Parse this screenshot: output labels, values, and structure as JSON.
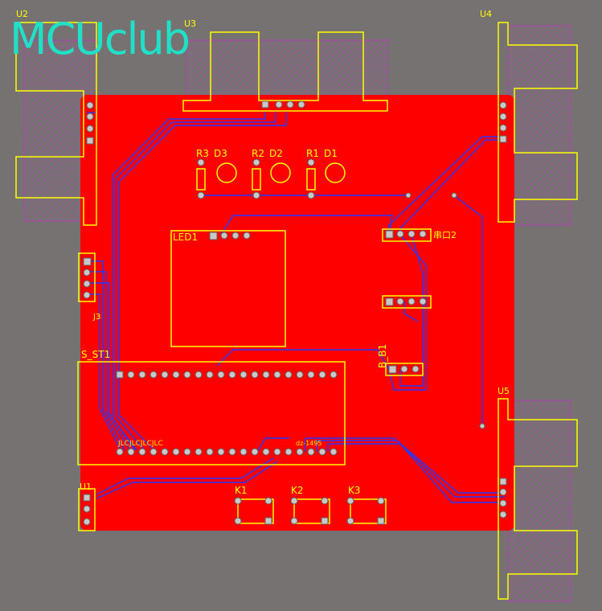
{
  "logo_text": "MCUclub",
  "designators": {
    "u2": "U2",
    "u3": "U3",
    "u4": "U4",
    "u5": "U5",
    "u1": "U1",
    "r3": "R3",
    "d3": "D3",
    "r2": "R2",
    "d2": "D2",
    "r1": "R1",
    "d1": "D1",
    "led1": "LED1",
    "s_st1": "S_ST1",
    "b_b1": "B_B1",
    "k1": "K1",
    "k2": "K2",
    "k3": "K3",
    "port2": "串口2",
    "j3": "J3"
  },
  "silk_text": {
    "jlc": "JLCJLCJLCJLC",
    "dz": "dz-1495"
  },
  "colors": {
    "background": "#767272",
    "board": "#ff0000",
    "silkscreen": "#ffff00",
    "keepout_hatch": "#c040c0",
    "trace": "#2030ff",
    "logo": "#20e0c8"
  }
}
